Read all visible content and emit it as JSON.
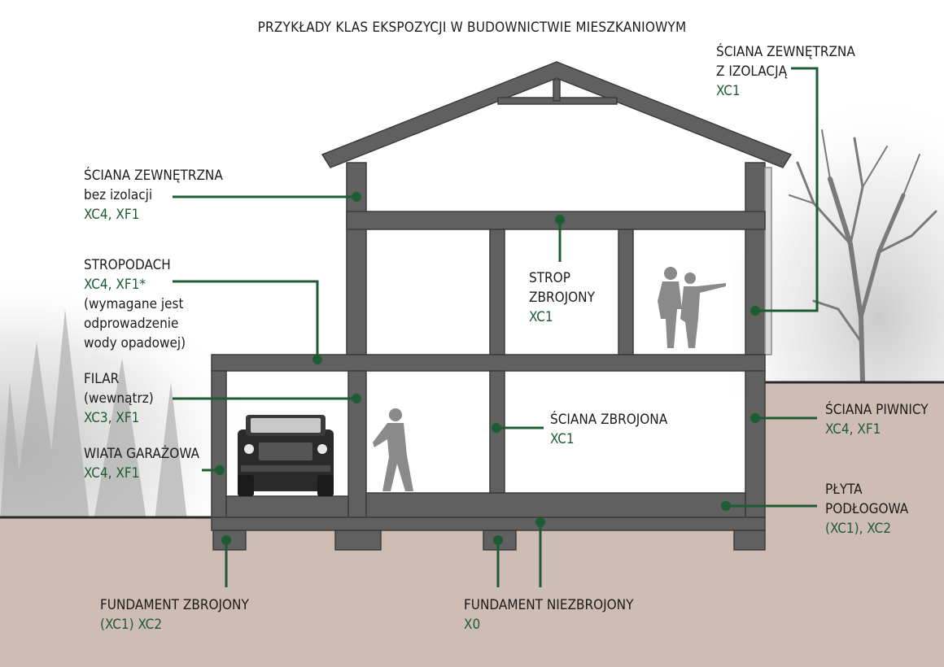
{
  "title": "PRZYKŁADY KLAS EKSPOZYCJI W BUDOWNICTWIE MIESZKANIOWYM",
  "colors": {
    "structure": "#606060",
    "structure_outline": "#3c3c3c",
    "leader_line": "#1d5c33",
    "class_text": "#1d5c33",
    "ground": "#cfbdb4",
    "ground_line": "#2a2a2a",
    "silhouette": "#8a8a8a"
  },
  "labels": {
    "wall_ext_insulated": {
      "line1": "ŚCIANA ZEWNĘTRZNA",
      "line2": "Z IZOLACJĄ",
      "classes": "XC1"
    },
    "wall_ext_no_insulation": {
      "line1": "ŚCIANA ZEWNĘTRZNA",
      "line2": "bez izolacji",
      "classes": "XC4, XF1"
    },
    "roof_slab": {
      "line1": "STROPODACH",
      "classes": "XC4, XF1*",
      "note1": "(wymagane jest",
      "note2": "odprowadzenie",
      "note3": "wody opadowej)"
    },
    "pillar": {
      "line1": "FILAR",
      "line2": "(wewnątrz)",
      "classes": "XC3, XF1"
    },
    "carport": {
      "line1": "WIATA GARAŻOWA",
      "classes": "XC4, XF1"
    },
    "reinforced_ceiling": {
      "line1": "STROP",
      "line2": "ZBROJONY",
      "classes": "XC1"
    },
    "reinforced_wall": {
      "line1": "ŚCIANA ZBROJONA",
      "classes": "XC1"
    },
    "basement_wall": {
      "line1": "ŚCIANA PIWNICY",
      "classes": "XC4, XF1"
    },
    "floor_slab": {
      "line1": "PŁYTA",
      "line2": "PODŁOGOWA",
      "classes": "(XC1), XC2"
    },
    "reinforced_foundation": {
      "line1": "FUNDAMENT ZBROJONY",
      "classes": "(XC1) XC2"
    },
    "unreinforced_foundation": {
      "line1": "FUNDAMENT NIEZBROJONY",
      "classes": "X0"
    }
  }
}
